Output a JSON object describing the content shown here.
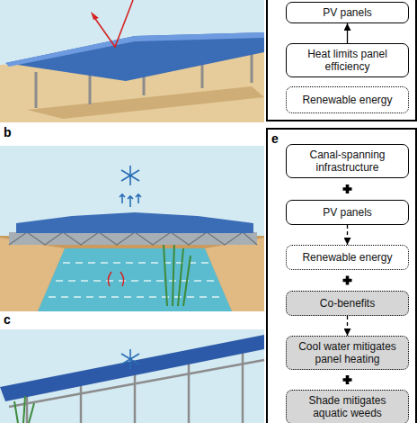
{
  "diagram": {
    "nodes": [
      {
        "text": [
          "PV panels"
        ]
      },
      {
        "text": [
          "Heat limits panel efficiency"
        ]
      },
      {
        "text": [
          "Renewable energy"
        ]
      },
      {
        "text": [
          "Canal-spanning infrastructure"
        ]
      },
      {
        "text": [
          "PV panels"
        ]
      },
      {
        "text": [
          "Renewable energy"
        ]
      },
      {
        "text": [
          "Co-benefits"
        ]
      },
      {
        "text": [
          "Cool water mitigates panel heating"
        ]
      },
      {
        "text": [
          "Shade mitigates aquatic weeds"
        ]
      }
    ],
    "edges": [
      {
        "from": 1,
        "to": 0,
        "arrow": "to"
      },
      {
        "from": 4,
        "to": 5,
        "arrow": "to"
      },
      {
        "from": 6,
        "to": 7,
        "arrow": "to"
      }
    ],
    "labels": [
      "b",
      "c",
      "e"
    ]
  }
}
